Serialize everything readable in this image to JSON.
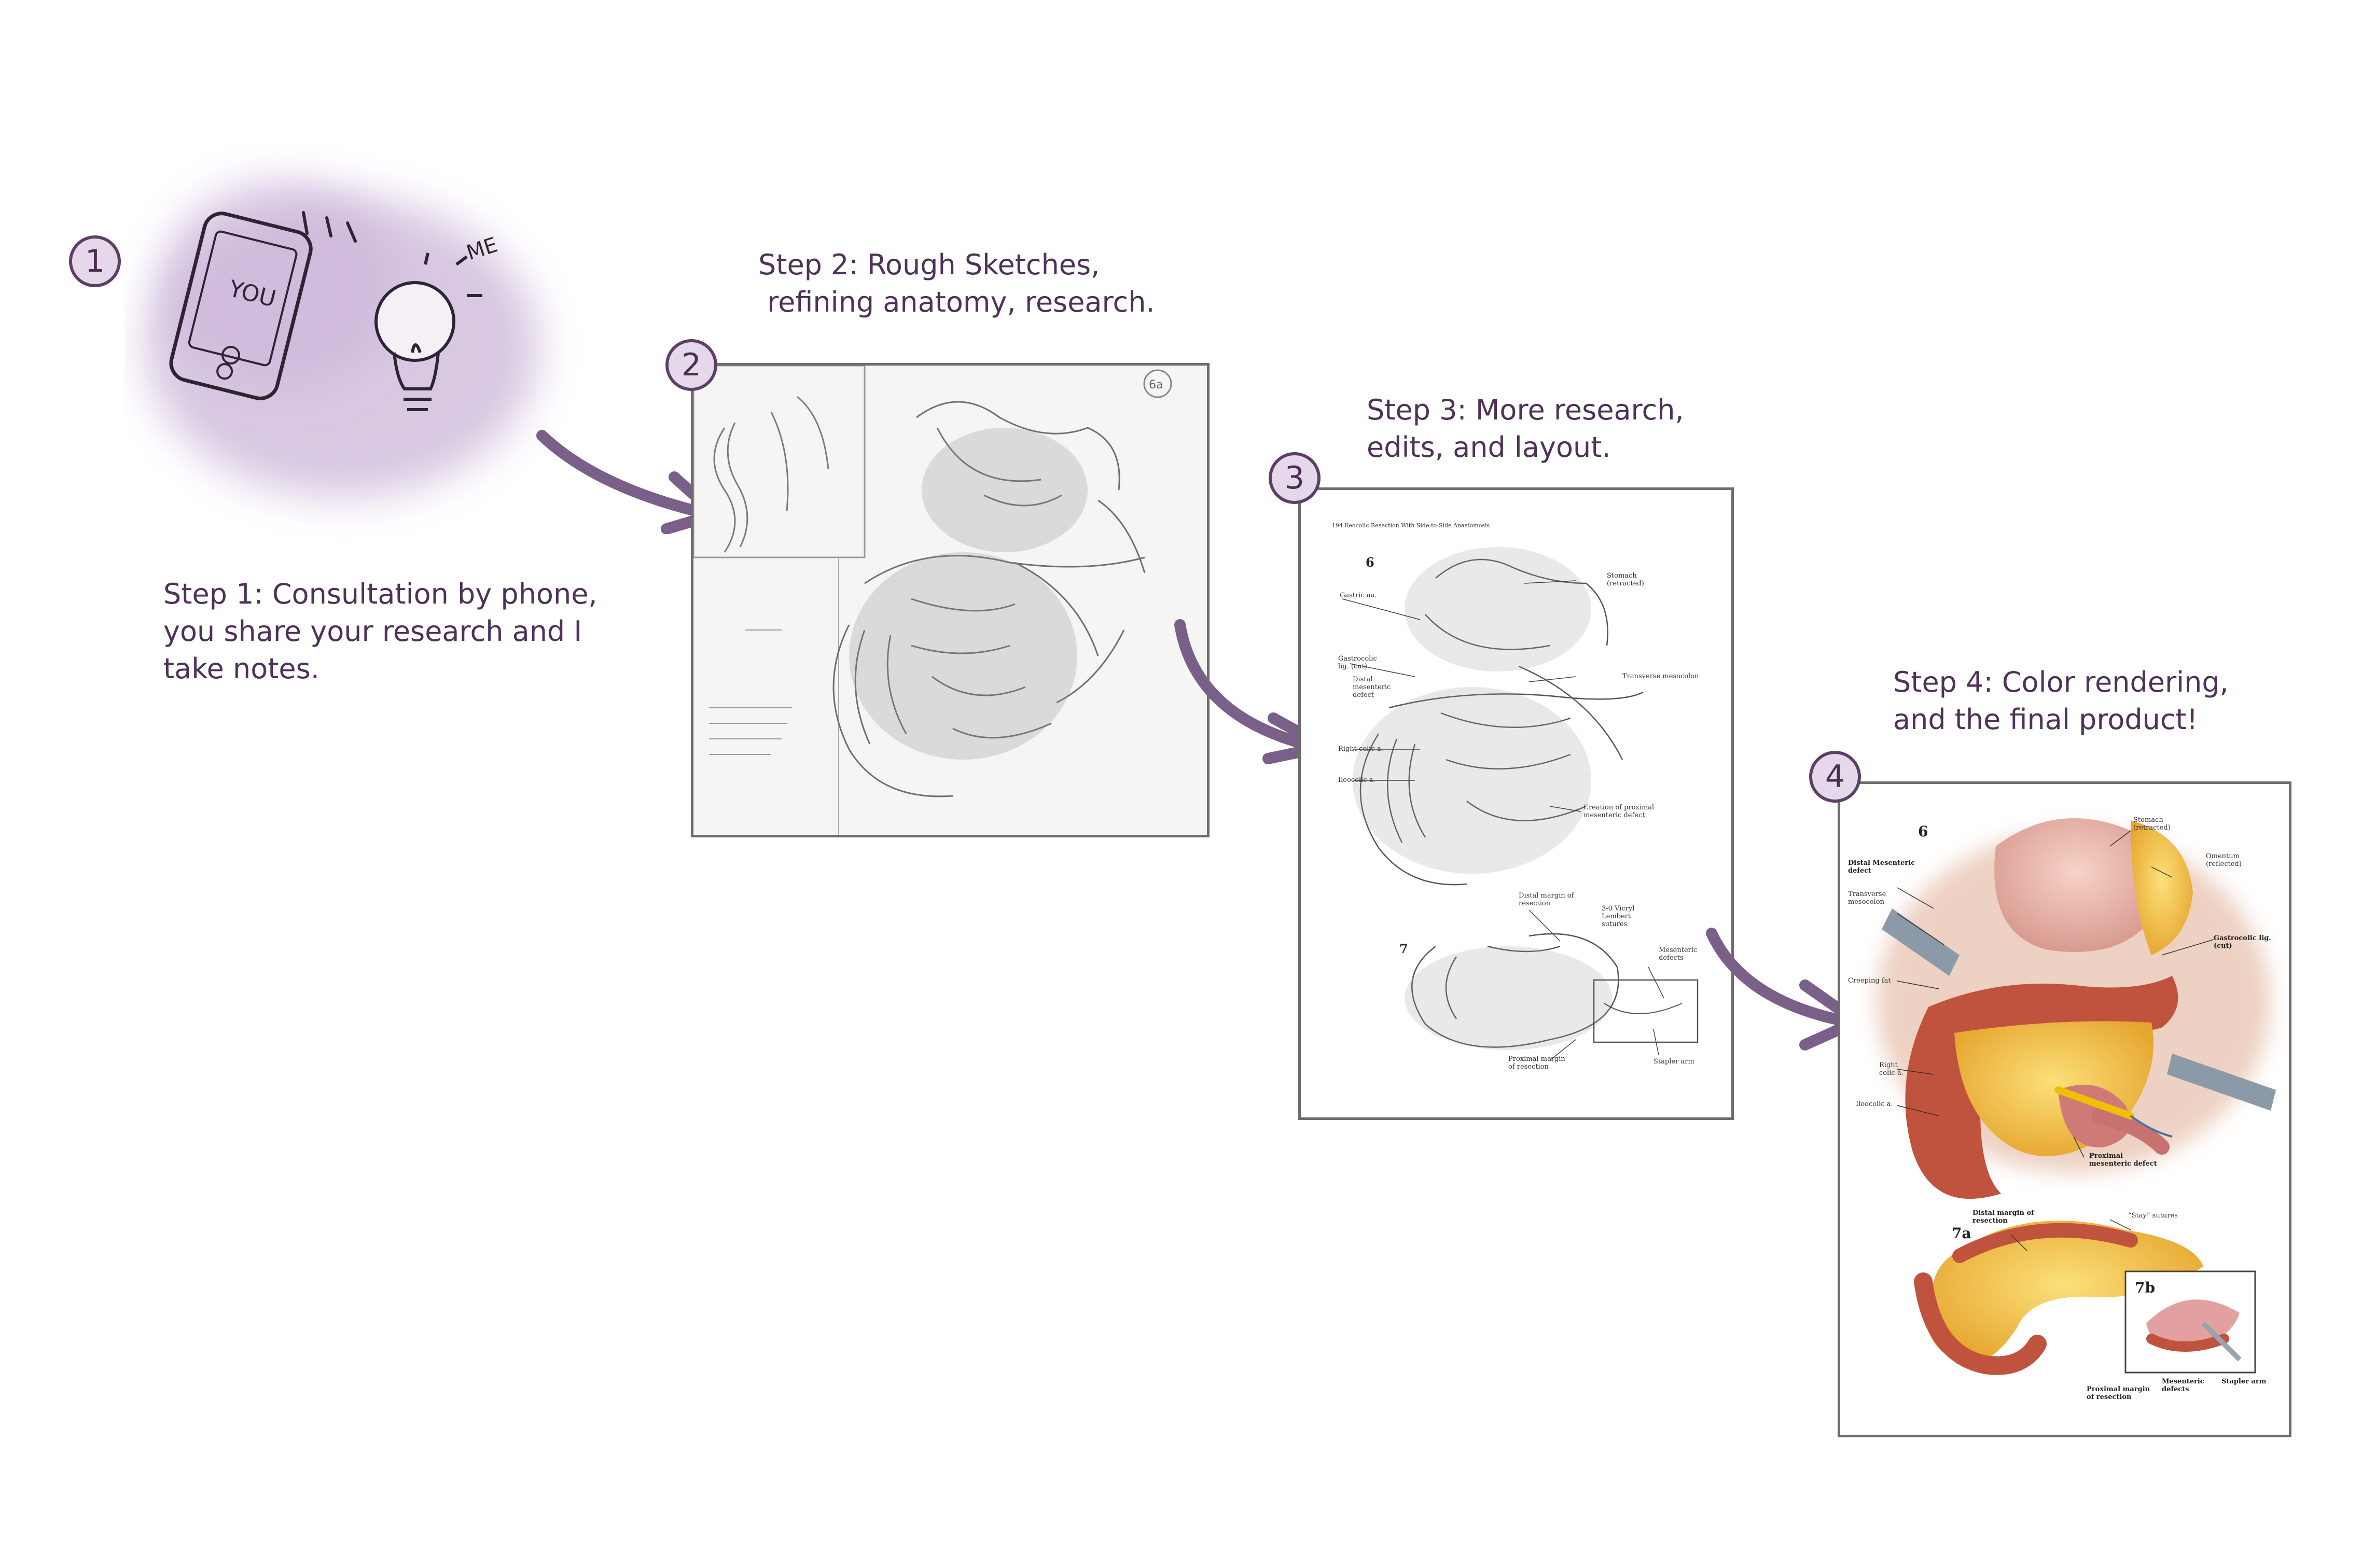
{
  "steps": [
    {
      "number": "1",
      "caption_lines": [
        "Step 1: Consultation by phone,",
        "you share your research and I",
        "take notes."
      ]
    },
    {
      "number": "2",
      "caption_lines": [
        "Step 2: Rough Sketches,",
        " refining anatomy, research."
      ]
    },
    {
      "number": "3",
      "caption_lines": [
        "Step 3: More research,",
        "edits, and layout."
      ]
    },
    {
      "number": "4",
      "caption_lines": [
        "Step 4: Color rendering,",
        "and the final product!"
      ]
    }
  ],
  "doodle": {
    "phone_text": "YOU",
    "bulb_text": "ME"
  },
  "sketch_page": {
    "corner_mark": "6a"
  },
  "layout_page": {
    "header": "194   Ileocolic Resection With Side-to-Side Anastomosis",
    "fig6": "6",
    "fig7": "7",
    "labels": {
      "stomach": "Stomach (retracted)",
      "gastric": "Gastric aa.",
      "gastrocolic": "Gastrocolic lig. (cut)",
      "distal_defect": "Distal mesenteric defect",
      "transverse": "Transverse mesocolon",
      "right_colic": "Right colic a.",
      "ileocolic": "Ileocolic a.",
      "proximal_defect": "Creation of proximal mesenteric defect",
      "distal_margin": "Distal margin of resection",
      "vicryl": "3-0 Vicryl Lembert sutures",
      "mesenteric": "Mesenteric defects",
      "proximal_margin": "Proximal margin of resection",
      "stapler": "Stapler arm"
    }
  },
  "final_page": {
    "fig6": "6",
    "fig7a": "7a",
    "fig7b": "7b",
    "labels": {
      "stomach": "Stomach (retracted)",
      "omentum": "Omentum (reflected)",
      "distal_defect": "Distal Mesenteric defect",
      "transverse": "Transverse mesocolon",
      "gastrocolic": "Gastrocolic lig. (cut)",
      "creeping": "Creeping fat",
      "right_colic": "Right colic a.",
      "ileocolic": "Ileocolic a.",
      "proximal_defect": "Proximal mesenteric defect",
      "distal_margin": "Distal margin of resection",
      "stay": "“Stay” sutures",
      "proximal_margin": "Proximal margin of resection",
      "mesenteric": "Mesenteric defects",
      "stapler": "Stapler arm"
    }
  },
  "colors": {
    "accent": "#6b4a78",
    "circle_fill": "#e4d8ea",
    "arrow": "#7a5f88",
    "blob": "#d8c8e2"
  }
}
